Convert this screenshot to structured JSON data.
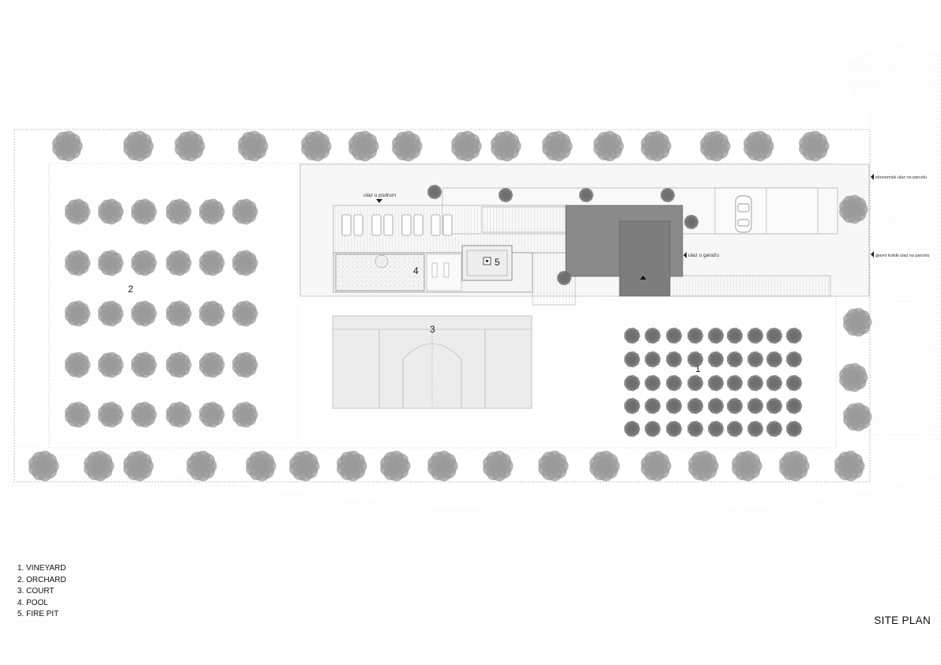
{
  "zones": [
    {
      "number": "1",
      "name": "VINEYARD"
    },
    {
      "number": "2",
      "name": "ORCHARD"
    },
    {
      "number": "3",
      "name": "COURT"
    },
    {
      "number": "4",
      "name": "POOL"
    },
    {
      "number": "5",
      "name": "FIRE PIT"
    }
  ],
  "legend": [
    "1. VINEYARD",
    "2. ORCHARD",
    "3. COURT",
    "4. POOL",
    "5. FIRE PIT"
  ],
  "annotations": {
    "basement_entry": "ulaz u podrum",
    "garage_entry": "ulaz u garažu",
    "service_entry": "ekonomski ulaz na parcelu",
    "main_entry": "glavni kolski ulaz na parcelu"
  },
  "title": "SITE PLAN",
  "colors": {
    "building": "#8a8a8a",
    "tree": "#9a9a9a",
    "tree_dark": "#6e6e6e",
    "boundary": "#9b9b9b",
    "ground_texture": "#f2f2f2"
  }
}
